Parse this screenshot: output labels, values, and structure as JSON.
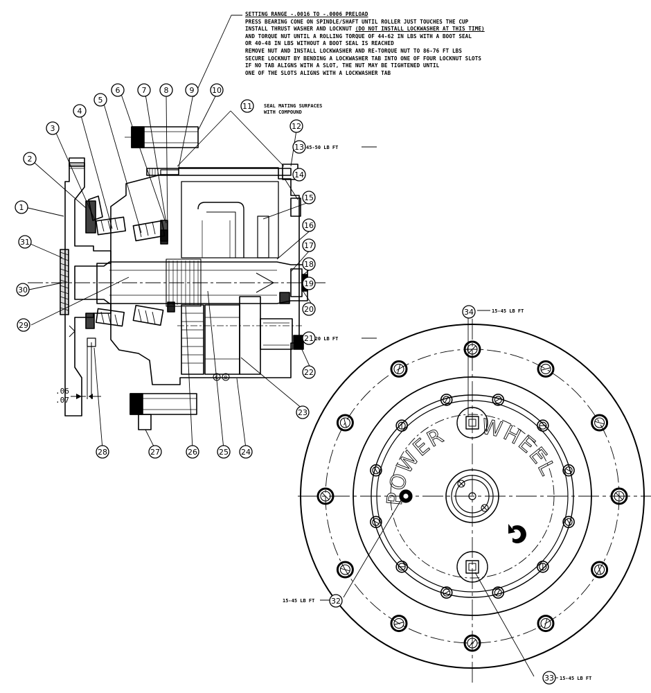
{
  "notes": {
    "title_prefix": "SETTING RANGE",
    "title_value": " -.0016 TO -.0006 PRELOAD",
    "line1": "PRESS BEARING CONE ON SPINDLE/SHAFT UNTIL ROLLER JUST TOUCHES THE CUP",
    "line2_a": "INSTALL THRUST WASHER AND LOCKNUT ",
    "line2_b": "(DO NOT INSTALL LOCKWASHER AT THIS TIME)",
    "line3": "AND TORQUE NUT UNTIL A ROLLING TORQUE OF 44-62 IN LBS WITH A BOOT SEAL",
    "line4": "OR 40-48 IN LBS WITHOUT A BOOT SEAL IS REACHED",
    "line5": "REMOVE NUT AND INSTALL LOCKWASHER AND RE-TORQUE NUT TO 86-76 FT LBS",
    "line6": "SECURE LOCKNUT BY BENDING A LOCKWASHER TAB INTO ONE OF FOUR LOCKNUT SLOTS",
    "line7": "IF NO TAB ALIGNS WITH A SLOT, THE NUT MAY BE TIGHTENED UNTIL",
    "line8": "ONE OF THE SLOTS ALIGNS WITH A LOCKWASHER TAB"
  },
  "seal_note": {
    "line1": "SEAL MATING SURFACES",
    "line2": "WITH COMPOUND"
  },
  "torque": {
    "t13": "45-50 LB FT",
    "t21": "10-20 LB FT",
    "t34": "15-45 LB FT",
    "t32": "15-45 LB FT",
    "t33": "15-45 LB FT"
  },
  "dimension": {
    "upper": ".06",
    "lower": ".07"
  },
  "brand_words": {
    "first": "POWER",
    "second": "WHEEL"
  },
  "balloons": [
    "1",
    "2",
    "3",
    "4",
    "5",
    "6",
    "7",
    "8",
    "9",
    "10",
    "11",
    "12",
    "13",
    "14",
    "15",
    "16",
    "17",
    "18",
    "19",
    "20",
    "21",
    "22",
    "23",
    "24",
    "25",
    "26",
    "27",
    "28",
    "29",
    "30",
    "31",
    "32",
    "33",
    "34"
  ],
  "misc_marks": {
    "c_mark": "C",
    "b_mark": "B"
  }
}
